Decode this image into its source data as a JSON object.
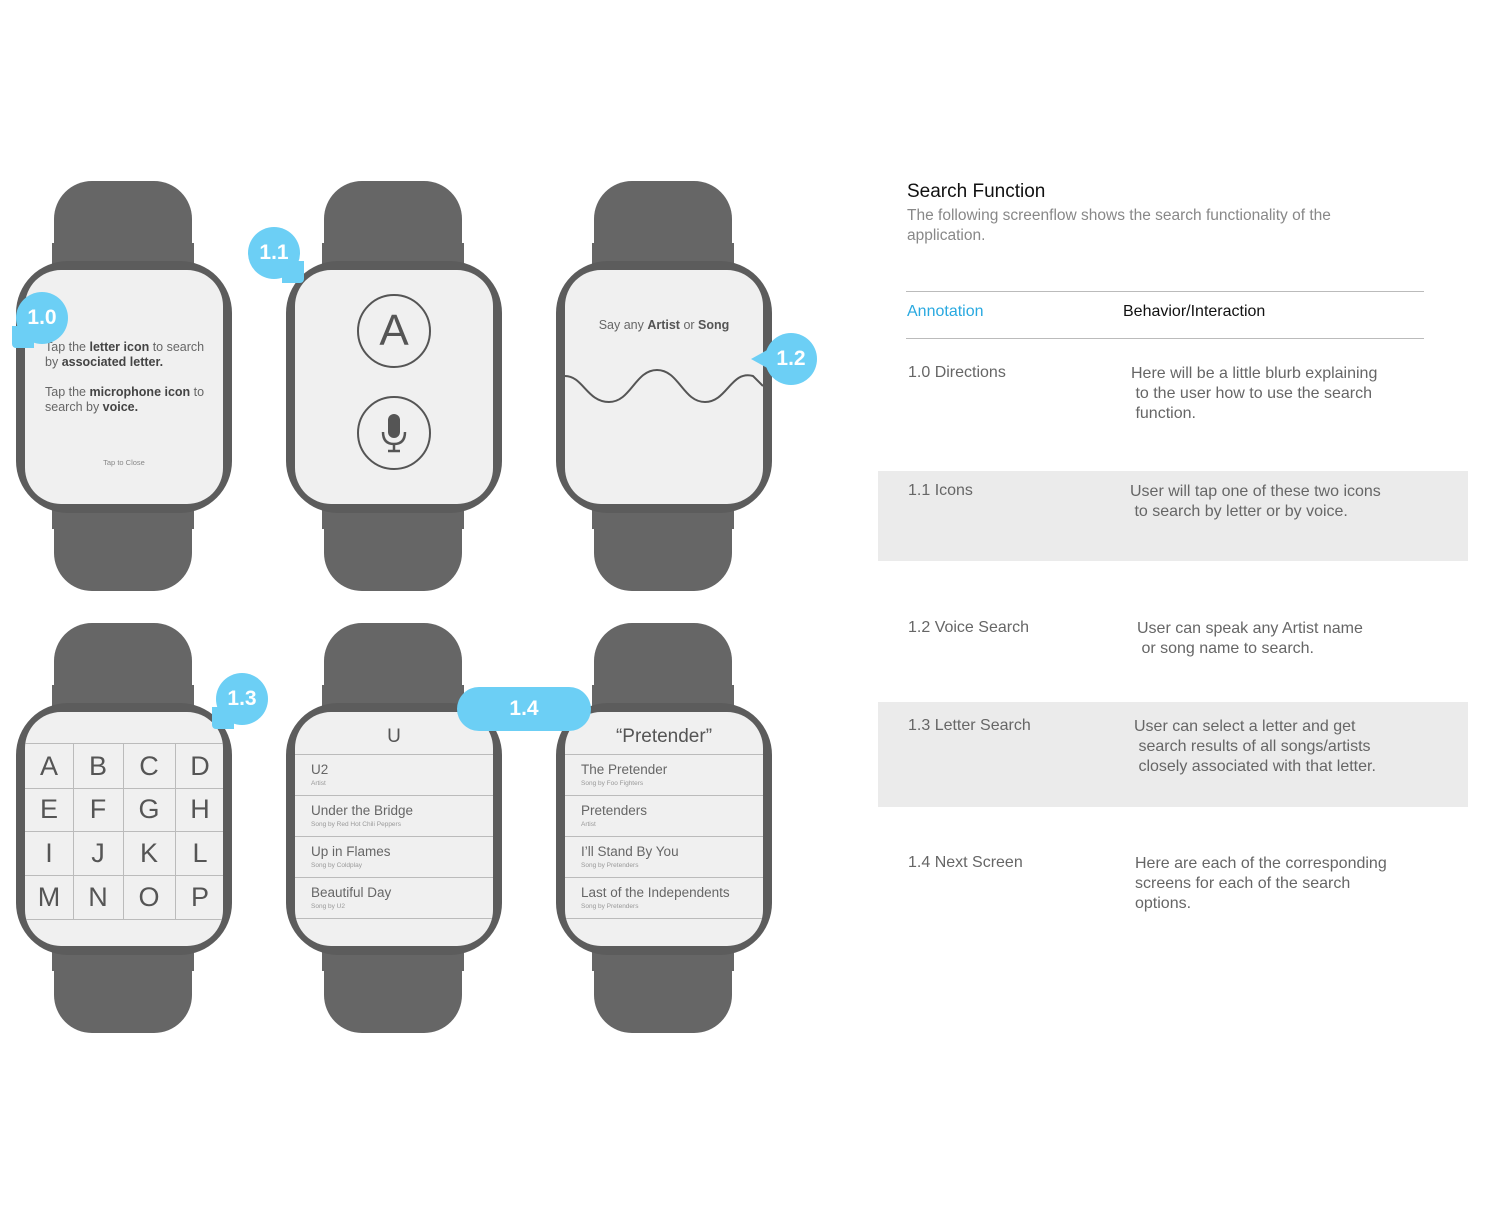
{
  "header": {
    "title": "Search Function",
    "subtitle": "The following screenflow shows the search functionality of the application."
  },
  "table": {
    "col_annotation": "Annotation",
    "col_behavior": "Behavior/Interaction",
    "rows": [
      {
        "annotation": "1.0 Directions",
        "behavior": "Here will be a little blurb explaining\n to the user how to use the search\n function."
      },
      {
        "annotation": "1.1 Icons",
        "behavior": "User will tap one of these two icons\n to search by letter or by voice."
      },
      {
        "annotation": "1.2 Voice Search",
        "behavior": "User can speak any Artist name\n or song name to search."
      },
      {
        "annotation": "1.3 Letter Search",
        "behavior": "User can select a letter and get\n search results of all songs/artists\n closely associated with that letter."
      },
      {
        "annotation": "1.4 Next Screen",
        "behavior": "Here are each of the corresponding\nscreens for each of the search\noptions."
      }
    ]
  },
  "callouts": {
    "c10": "1.0",
    "c11": "1.1",
    "c12": "1.2",
    "c13": "1.3",
    "c14": "1.4"
  },
  "screens": {
    "directions": {
      "line1_a": "Tap the ",
      "line1_b": "letter icon",
      "line1_c": " to search",
      "line2_a": "by ",
      "line2_b": "associated letter.",
      "line3_a": "Tap the ",
      "line3_b": "microphone icon",
      "line3_c": " to",
      "line4_a": "search by ",
      "line4_b": "voice.",
      "tap_close": "Tap to Close"
    },
    "icons": {
      "letter": "A"
    },
    "voice": {
      "a": "Say any ",
      "b": "Artist",
      "c": " or ",
      "d": "Song"
    },
    "letters": [
      "A",
      "B",
      "C",
      "D",
      "E",
      "F",
      "G",
      "H",
      "I",
      "J",
      "K",
      "L",
      "M",
      "N",
      "O",
      "P"
    ],
    "results_u": {
      "heading": "U",
      "rows": [
        {
          "title": "U2",
          "sub": "Artist"
        },
        {
          "title": "Under the Bridge",
          "sub": "Song by Red Hot Chili Peppers"
        },
        {
          "title": "Up in Flames",
          "sub": "Song by Coldplay"
        },
        {
          "title": "Beautiful Day",
          "sub": "Song by U2"
        }
      ]
    },
    "results_pretender": {
      "heading": "“Pretender”",
      "rows": [
        {
          "title": "The Pretender",
          "sub": "Song by Foo Fighters"
        },
        {
          "title": "Pretenders",
          "sub": "Artist"
        },
        {
          "title": "I’ll Stand By You",
          "sub": "Song by Pretenders"
        },
        {
          "title": "Last of the Independents",
          "sub": "Song by Pretenders"
        }
      ]
    }
  },
  "colors": {
    "accent": "#6ccff5",
    "header_accent": "#29a9e0",
    "watch": "#5c5c5c"
  }
}
